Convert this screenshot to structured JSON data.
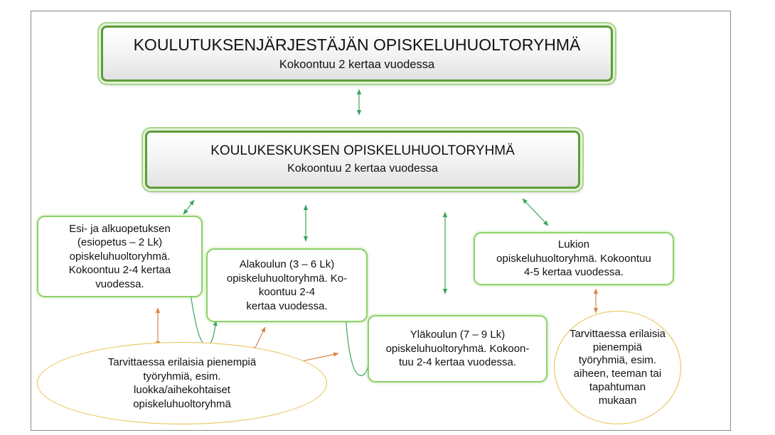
{
  "district_group": {
    "title": "KOULUTUKSENJÄRJESTÄJÄN OPISKELUHUOLTORYHMÄ",
    "subtitle": "Kokoontuu 2 kertaa vuodessa"
  },
  "school_center_group": {
    "title": "KOULUKESKUKSEN OPISKELUHUOLTORYHMÄ",
    "subtitle": "Kokoontuu 2 kertaa vuodessa"
  },
  "preschool_group": {
    "lines": [
      "Esi- ja alkuopetuksen",
      "(esiopetus – 2 Lk)",
      "opiskeluhuoltoryhmä.",
      "Kokoontuu 2-4 kertaa",
      "vuodessa."
    ]
  },
  "lower_school_group": {
    "lines": [
      "Alakoulun (3 – 6 Lk)",
      "opiskeluhuoltoryhmä. Ko-",
      "koontuu 2-4",
      "kertaa vuodessa."
    ]
  },
  "upper_school_group": {
    "lines": [
      "Yläkoulun (7 – 9 Lk)",
      "opiskeluhuoltoryhmä. Kokoon-",
      "tuu 2-4 kertaa vuodessa."
    ]
  },
  "high_school_group": {
    "lines": [
      "Lukion",
      "opiskeluhuoltoryhmä. Kokoontuu",
      "4-5 kertaa vuodessa."
    ]
  },
  "basic_subgroups": {
    "lines": [
      "Tarvittaessa erilaisia pienempiä",
      "työryhmiä, esim.",
      "luokka/aihekohtaiset",
      "opiskeluhuoltoryhmä"
    ]
  },
  "high_school_subgroups": {
    "lines": [
      "Tarvittaessa erilaisia",
      "pienempiä",
      "työryhmiä, esim.",
      "aiheen, teeman tai",
      "tapahtuman",
      "mukaan"
    ]
  },
  "colors": {
    "primary_border": "#5e9c3a",
    "secondary_border": "#8fd16b",
    "green_arrow": "#3aa55c",
    "orange_arrow": "#d9864a",
    "oval_border": "#e7c14f"
  }
}
